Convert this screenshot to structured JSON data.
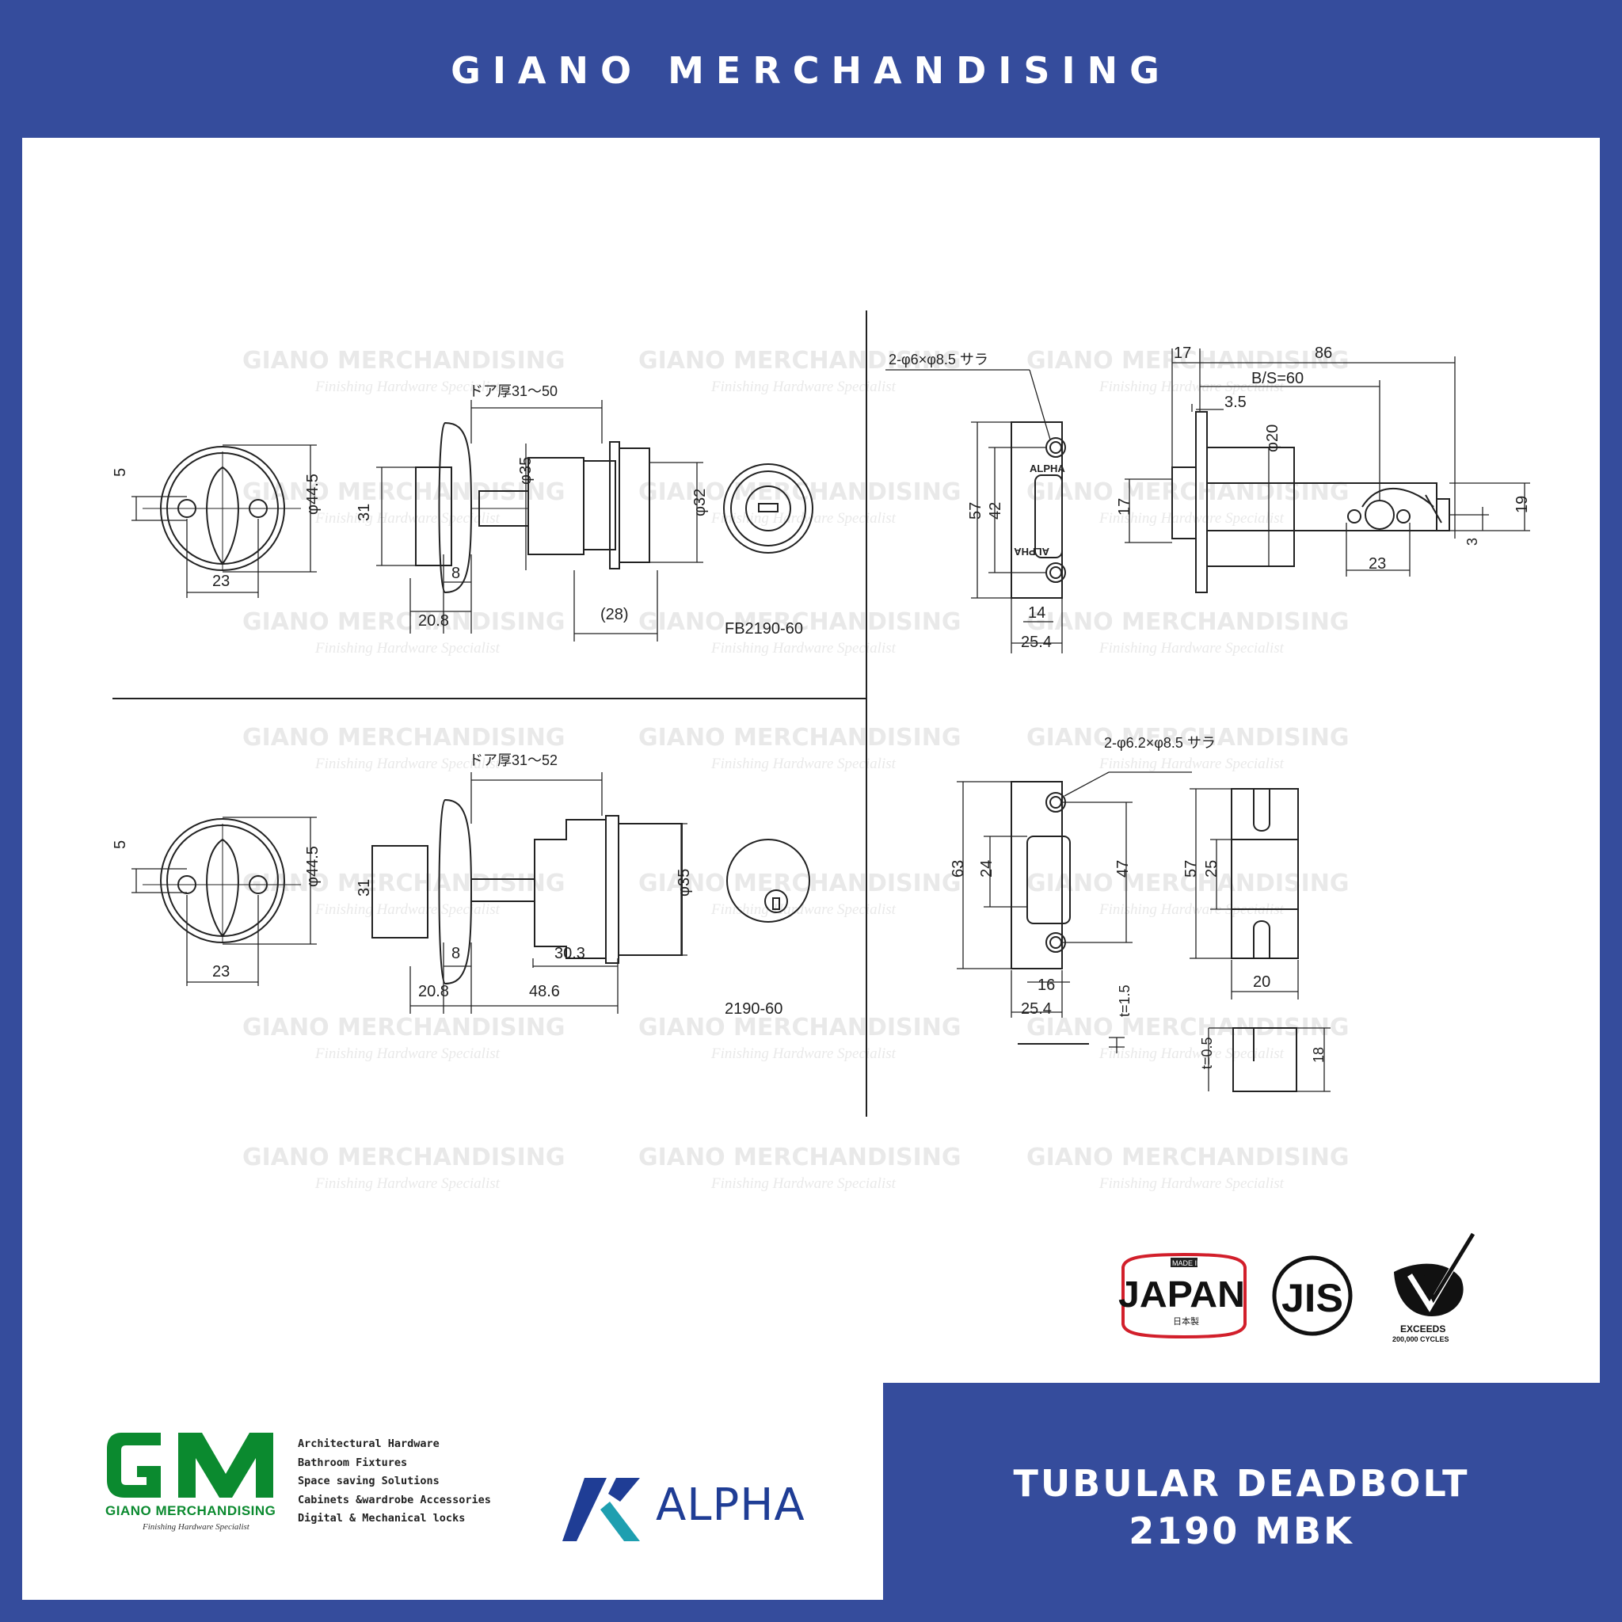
{
  "header": {
    "title": "GIANO MERCHANDISING"
  },
  "watermark": {
    "title": "GIANO MERCHANDISING",
    "subtitle": "Finishing Hardware Specialist"
  },
  "drawing": {
    "top_left": {
      "model": "FB2190-60",
      "door_thickness": "ドア厚31～50",
      "dims": {
        "d5": "5",
        "d44_5": "φ44.5",
        "d23": "23",
        "d31": "31",
        "d35": "φ35",
        "d32": "φ32",
        "d8": "8",
        "d20_8": "20.8",
        "d28": "(28)"
      }
    },
    "bottom_left": {
      "model": "2190-60",
      "door_thickness": "ドア厚31～52",
      "dims": {
        "d5": "5",
        "d44_5": "φ44.5",
        "d23": "23",
        "d31": "31",
        "d35": "φ35",
        "d8": "8",
        "d20_8": "20.8",
        "d30_3": "30.3",
        "d48_6": "48.6"
      }
    },
    "top_right": {
      "screw_note": "2-φ6×φ8.5 サラ",
      "plate_brand": "ALPHA",
      "dims": {
        "d57": "57",
        "d42": "42",
        "d14": "14",
        "d25_4": "25.4",
        "d17a": "17",
        "d17b": "17",
        "d86": "86",
        "d_bs": "B/S=60",
        "d3_5": "3.5",
        "d20": "φ20",
        "d19": "19",
        "d3": "3",
        "d23": "23"
      }
    },
    "bottom_right": {
      "screw_note": "2-φ6.2×φ8.5 サラ",
      "dims": {
        "d63": "63",
        "d24": "24",
        "d47": "47",
        "d16": "16",
        "d25_4": "25.4",
        "d57": "57",
        "d25": "25",
        "d20": "20",
        "t1_5": "t=1.5",
        "t0_5": "t=0.5",
        "d18": "18"
      }
    }
  },
  "badges": {
    "japan": {
      "top": "MADE IN",
      "main": "JAPAN",
      "bottom": "日本製"
    },
    "jis": {
      "text": "JIS"
    },
    "cycles": {
      "line1": "EXCEEDS",
      "line2": "200,000 CYCLES"
    }
  },
  "footer": {
    "gm_name": "GIANO MERCHANDISING",
    "gm_subtitle": "Finishing Hardware Specialist",
    "taglines": [
      "Architectural Hardware",
      "Bathroom Fixtures",
      "Space saving Solutions",
      "Cabinets &wardrobe Accessories",
      "Digital & Mechanical locks"
    ],
    "brand": "ALPHA",
    "product_line1": "TUBULAR DEADBOLT",
    "product_line2": "2190 MBK"
  },
  "colors": {
    "brand_blue": "#354c9c",
    "gm_green": "#0b8a2f",
    "alpha_blue": "#1f3d95",
    "alpha_teal": "#1e9fb0",
    "badge_red": "#d21f2b"
  }
}
